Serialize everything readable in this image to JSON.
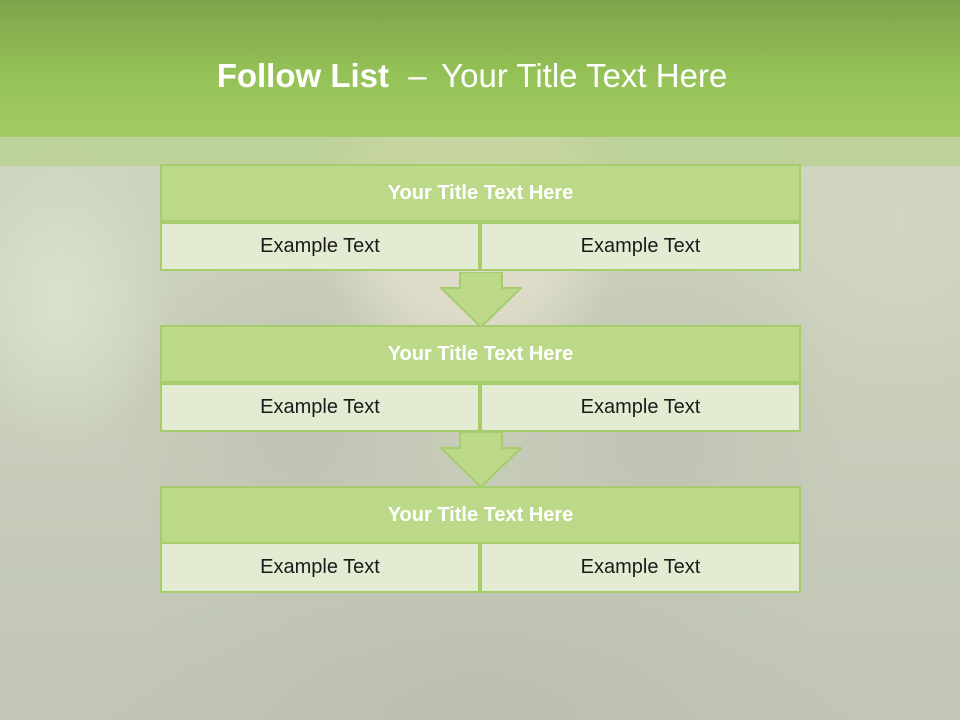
{
  "slide": {
    "title_bold": "Follow List",
    "title_dash": "–",
    "title_rest": "Your Title Text Here"
  },
  "steps": [
    {
      "title": "Your Title Text Here",
      "left": "Example Text",
      "right": "Example Text"
    },
    {
      "title": "Your Title Text Here",
      "left": "Example Text",
      "right": "Example Text"
    },
    {
      "title": "Your Title Text Here",
      "left": "Example Text",
      "right": "Example Text"
    }
  ],
  "colors": {
    "header_green": "#95c257",
    "title_box": "#bcd98a",
    "cell_fill": "#e3ecd3",
    "border": "#a7cc6b"
  }
}
